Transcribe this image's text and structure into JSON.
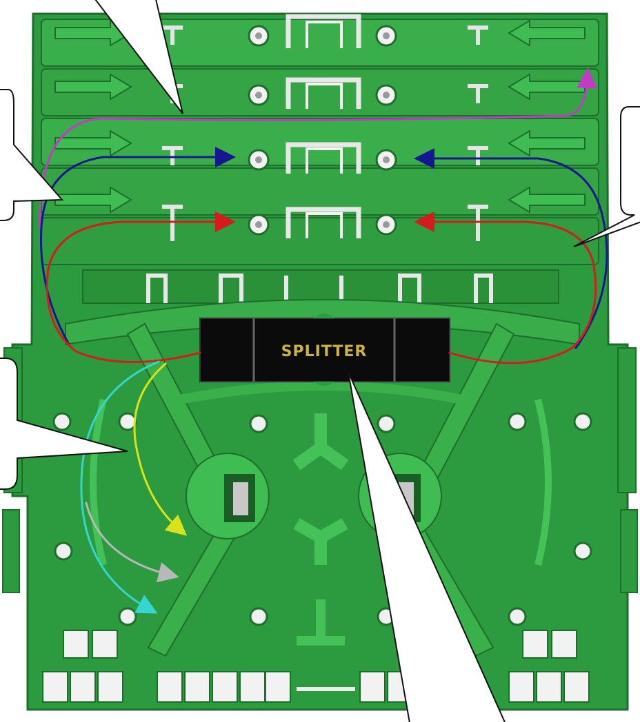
{
  "splitter": {
    "label": "SPLITTER"
  },
  "colors": {
    "tray": "#2c9a3e",
    "tray_dark": "#1d6e2b",
    "tray_light": "#4cc05c",
    "splitter_body": "#0b0b0b",
    "splitter_text": "#c9b440",
    "fiber_magenta": "#c23bc4",
    "fiber_blue": "#16168f",
    "fiber_red": "#d51b1b",
    "fiber_yellow": "#d8e21d",
    "fiber_cyan": "#35d6cf",
    "fiber_gray": "#b8b8b8",
    "callout": "#ffffff"
  },
  "fibers": [
    "magenta",
    "blue",
    "red",
    "yellow",
    "cyan",
    "gray"
  ],
  "callouts": [
    "top",
    "upper-left",
    "right",
    "lower-left",
    "bottom"
  ]
}
